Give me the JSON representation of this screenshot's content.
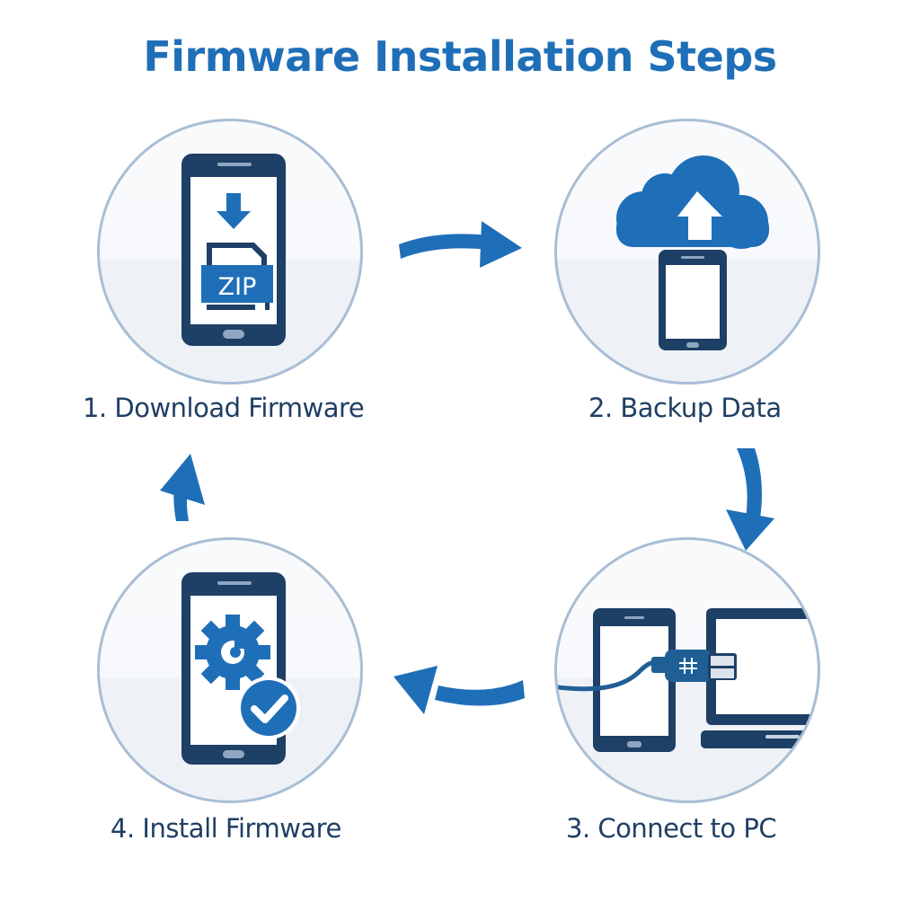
{
  "title": "Firmware Installation Steps",
  "colors": {
    "title": "#1f6fb8",
    "label": "#1f3f64",
    "accent": "#1f6fb8",
    "device": "#1e3f66",
    "circle_border": "#a9bed4"
  },
  "steps": [
    {
      "number": 1,
      "label": "1. Download Firmware",
      "icon": "phone-download-zip-icon",
      "badge": "ZIP"
    },
    {
      "number": 2,
      "label": "2. Backup Data",
      "icon": "cloud-upload-phone-icon"
    },
    {
      "number": 3,
      "label": "3. Connect to PC",
      "icon": "phone-usb-laptop-icon"
    },
    {
      "number": 4,
      "label": "4. Install Firmware",
      "icon": "phone-gear-check-icon"
    }
  ],
  "flow": [
    "1 → 2",
    "2 → 3",
    "3 → 4",
    "4 → 1"
  ]
}
